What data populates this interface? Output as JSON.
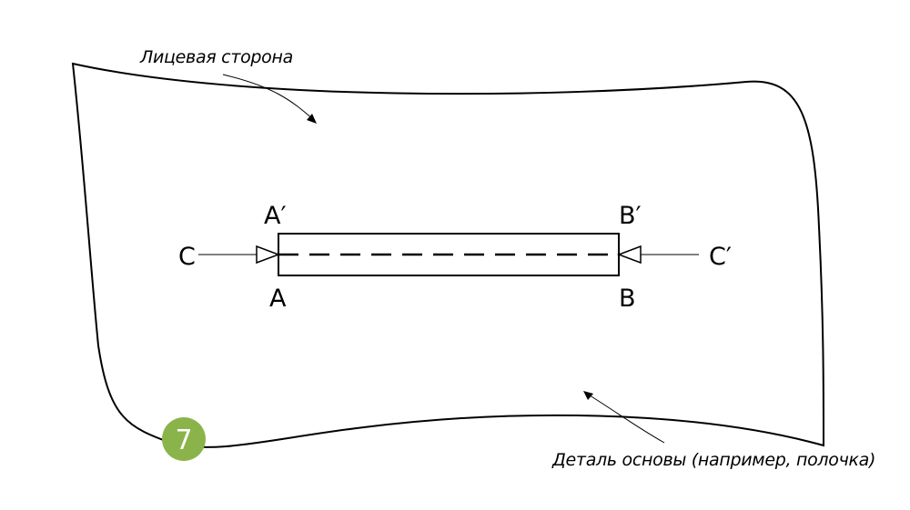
{
  "labels": {
    "face_side": "Лицевая сторона",
    "base_part": "Деталь основы (например, полочка)",
    "a_prime": "A′",
    "b_prime": "B′",
    "a": "A",
    "b": "B",
    "c": "C",
    "c_prime": "C′"
  },
  "badge": {
    "number": "7",
    "color": "#8ab44a"
  }
}
